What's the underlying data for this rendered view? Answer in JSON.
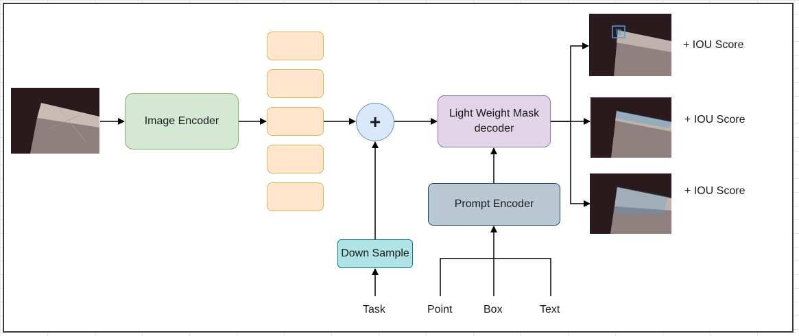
{
  "input_image": {
    "icon": "tool-edge-photo"
  },
  "blocks": {
    "image_encoder": "Image Encoder",
    "mask_decoder": "Light Weight Mask decoder",
    "prompt_encoder": "Prompt Encoder",
    "down_sample": "Down Sample",
    "plus": "+"
  },
  "embedding_tokens": {
    "count": 5
  },
  "inputs": {
    "task": "Task",
    "point": "Point",
    "box": "Box",
    "text": "Text"
  },
  "outputs": [
    {
      "label": "+ IOU Score",
      "mask": "box-mask"
    },
    {
      "label": "+ IOU Score",
      "mask": "edge-mask"
    },
    {
      "label": "+ IOU Score",
      "mask": "face-mask"
    }
  ],
  "colors": {
    "encoder_fill": "#d5e8d4",
    "token_fill": "#ffe6cc",
    "plus_fill": "#dae8fc",
    "decoder_fill": "#e1d5e7",
    "prompt_fill": "#bac8d3",
    "downsample_fill": "#b0e3e6",
    "mask_outline": "#4aa3e0"
  }
}
